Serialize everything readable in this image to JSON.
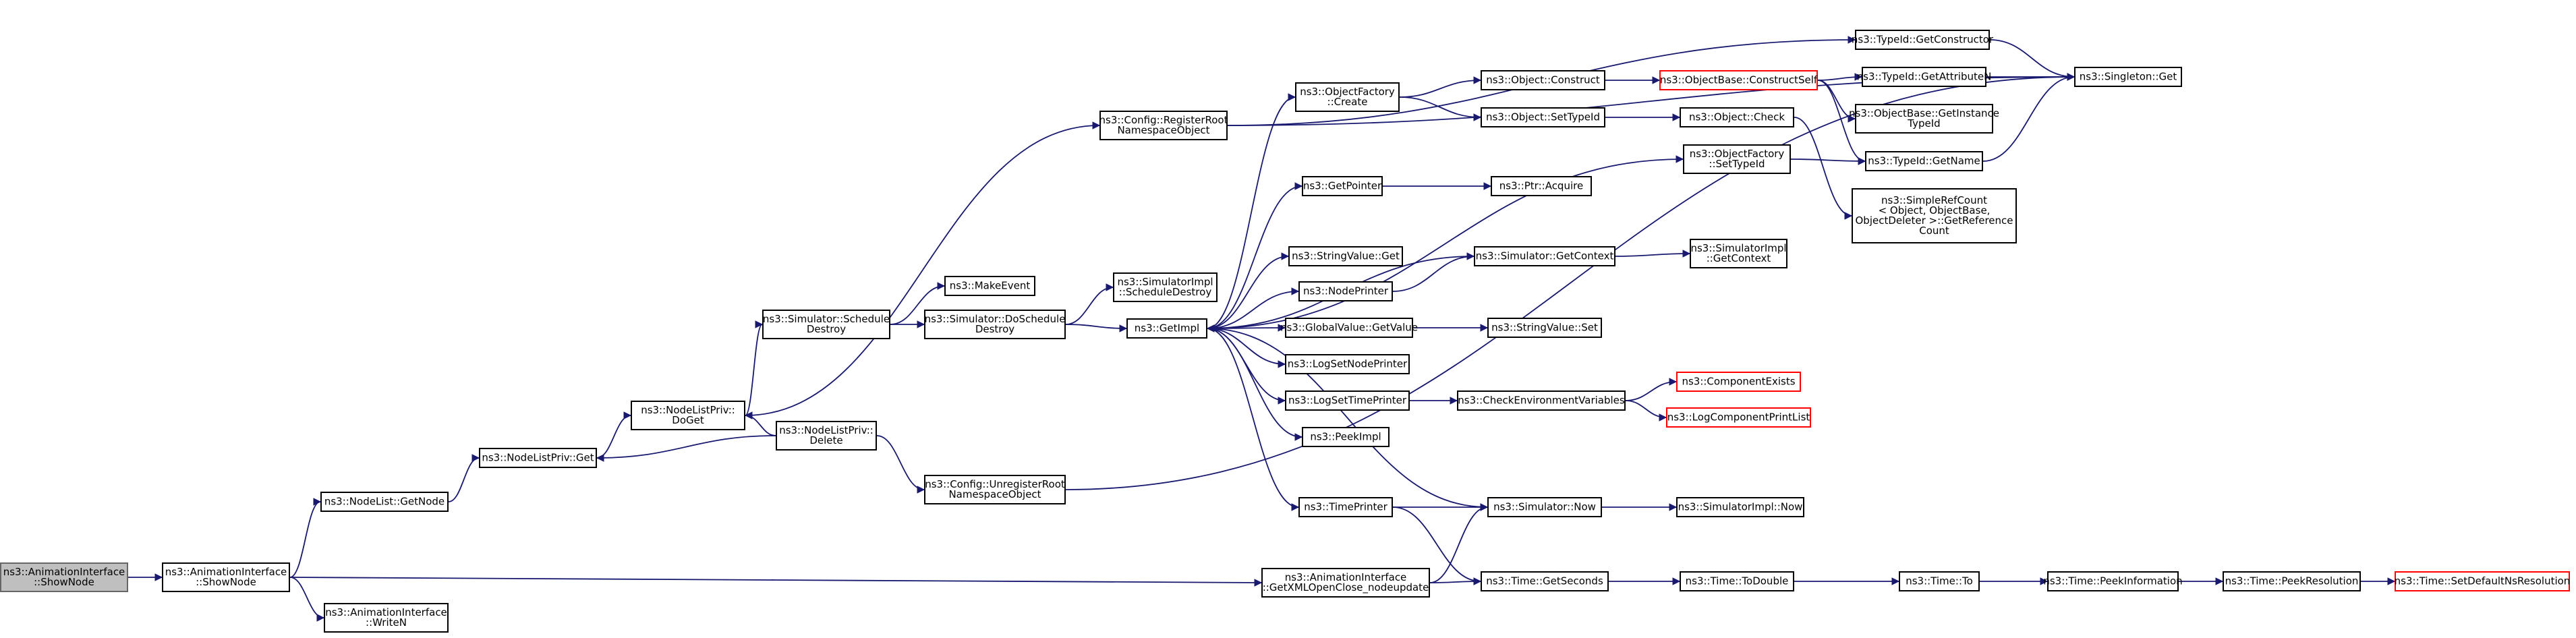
{
  "colors": {
    "edge": "#191970",
    "node_border": "#000000",
    "external_border": "#ff0000",
    "root_fill": "#bfbfbf"
  },
  "nodes": [
    {
      "id": "root",
      "lines": [
        "ns3::AnimationInterface",
        "::ShowNode"
      ],
      "style": "root"
    },
    {
      "id": "ai_shownode",
      "lines": [
        "ns3::AnimationInterface",
        "::ShowNode"
      ]
    },
    {
      "id": "ai_writen",
      "lines": [
        "ns3::AnimationInterface",
        "::WriteN"
      ]
    },
    {
      "id": "nl_getnode",
      "lines": [
        "ns3::NodeList::GetNode"
      ]
    },
    {
      "id": "nlp_get",
      "lines": [
        "ns3::NodeListPriv::Get"
      ]
    },
    {
      "id": "nlp_doget",
      "lines": [
        "ns3::NodeListPriv::",
        "DoGet"
      ]
    },
    {
      "id": "nlp_delete",
      "lines": [
        "ns3::NodeListPriv::",
        "Delete"
      ]
    },
    {
      "id": "sim_schedule_destroy",
      "lines": [
        "ns3::Simulator::Schedule",
        "Destroy"
      ]
    },
    {
      "id": "make_event",
      "lines": [
        "ns3::MakeEvent"
      ]
    },
    {
      "id": "sim_do_schedule_destroy",
      "lines": [
        "ns3::Simulator::DoSchedule",
        "Destroy"
      ]
    },
    {
      "id": "simimpl_schedule_destroy",
      "lines": [
        "ns3::SimulatorImpl",
        "::ScheduleDestroy"
      ]
    },
    {
      "id": "cfg_register",
      "lines": [
        "ns3::Config::RegisterRoot",
        "NamespaceObject"
      ]
    },
    {
      "id": "cfg_unregister",
      "lines": [
        "ns3::Config::UnregisterRoot",
        "NamespaceObject"
      ]
    },
    {
      "id": "getimpl",
      "lines": [
        "ns3::GetImpl"
      ]
    },
    {
      "id": "objfactory_create",
      "lines": [
        "ns3::ObjectFactory",
        "::Create"
      ]
    },
    {
      "id": "getpointer",
      "lines": [
        "ns3::GetPointer"
      ]
    },
    {
      "id": "stringvalue_get",
      "lines": [
        "ns3::StringValue::Get"
      ]
    },
    {
      "id": "nodeprinter",
      "lines": [
        "ns3::NodePrinter"
      ]
    },
    {
      "id": "globalvalue_getvalue",
      "lines": [
        "ns3::GlobalValue::GetValue"
      ]
    },
    {
      "id": "logsetnodeprinter",
      "lines": [
        "ns3::LogSetNodePrinter"
      ]
    },
    {
      "id": "logsettimeprinter",
      "lines": [
        "ns3::LogSetTimePrinter"
      ]
    },
    {
      "id": "peekimpl",
      "lines": [
        "ns3::PeekImpl"
      ]
    },
    {
      "id": "timeprinter",
      "lines": [
        "ns3::TimePrinter"
      ]
    },
    {
      "id": "ai_getxml",
      "lines": [
        "ns3::AnimationInterface",
        "::GetXMLOpenClose_nodeupdate"
      ]
    },
    {
      "id": "obj_construct",
      "lines": [
        "ns3::Object::Construct"
      ]
    },
    {
      "id": "obj_settypeid",
      "lines": [
        "ns3::Object::SetTypeId"
      ]
    },
    {
      "id": "ptr_acquire",
      "lines": [
        "ns3::Ptr::Acquire"
      ]
    },
    {
      "id": "sim_getcontext",
      "lines": [
        "ns3::Simulator::GetContext"
      ]
    },
    {
      "id": "stringvalue_set",
      "lines": [
        "ns3::StringValue::Set"
      ]
    },
    {
      "id": "check_env",
      "lines": [
        "ns3::CheckEnvironmentVariables"
      ]
    },
    {
      "id": "sim_now",
      "lines": [
        "ns3::Simulator::Now"
      ]
    },
    {
      "id": "time_getseconds",
      "lines": [
        "ns3::Time::GetSeconds"
      ]
    },
    {
      "id": "objbase_constructself",
      "lines": [
        "ns3::ObjectBase::ConstructSelf"
      ],
      "style": "red"
    },
    {
      "id": "obj_check",
      "lines": [
        "ns3::Object::Check"
      ]
    },
    {
      "id": "objfactory_settypeid",
      "lines": [
        "ns3::ObjectFactory",
        "::SetTypeId"
      ]
    },
    {
      "id": "simimpl_getcontext",
      "lines": [
        "ns3::SimulatorImpl",
        "::GetContext"
      ]
    },
    {
      "id": "component_exists",
      "lines": [
        "ns3::ComponentExists"
      ],
      "style": "red"
    },
    {
      "id": "logcomp_printlist",
      "lines": [
        "ns3::LogComponentPrintList"
      ],
      "style": "red"
    },
    {
      "id": "simimpl_now",
      "lines": [
        "ns3::SimulatorImpl::Now"
      ]
    },
    {
      "id": "time_todouble",
      "lines": [
        "ns3::Time::ToDouble"
      ]
    },
    {
      "id": "typeid_getconstructor",
      "lines": [
        "ns3::TypeId::GetConstructor"
      ]
    },
    {
      "id": "typeid_getattributen",
      "lines": [
        "ns3::TypeId::GetAttributeN"
      ]
    },
    {
      "id": "objbase_getinstancetypeid",
      "lines": [
        "ns3::ObjectBase::GetInstance",
        "TypeId"
      ]
    },
    {
      "id": "typeid_getname",
      "lines": [
        "ns3::TypeId::GetName"
      ]
    },
    {
      "id": "simplerefcount",
      "lines": [
        "ns3::SimpleRefCount",
        "< Object, ObjectBase,",
        "ObjectDeleter >::GetReference",
        "Count"
      ]
    },
    {
      "id": "time_to",
      "lines": [
        "ns3::Time::To"
      ]
    },
    {
      "id": "time_peekinformation",
      "lines": [
        "ns3::Time::PeekInformation"
      ]
    },
    {
      "id": "time_peekresolution",
      "lines": [
        "ns3::Time::PeekResolution"
      ]
    },
    {
      "id": "singleton_get",
      "lines": [
        "ns3::Singleton::Get"
      ]
    },
    {
      "id": "time_setdefaultnsres",
      "lines": [
        "ns3::Time::SetDefaultNsResolution"
      ],
      "style": "red"
    }
  ],
  "edges": [
    [
      "root",
      "ai_shownode"
    ],
    [
      "ai_shownode",
      "nl_getnode"
    ],
    [
      "ai_shownode",
      "ai_writen"
    ],
    [
      "ai_shownode",
      "ai_getxml"
    ],
    [
      "nl_getnode",
      "nlp_get"
    ],
    [
      "nlp_get",
      "nlp_doget"
    ],
    [
      "nlp_doget",
      "sim_schedule_destroy"
    ],
    [
      "nlp_doget",
      "cfg_register"
    ],
    [
      "nlp_delete",
      "nlp_doget"
    ],
    [
      "nlp_delete",
      "nlp_get"
    ],
    [
      "nlp_delete",
      "cfg_unregister"
    ],
    [
      "sim_schedule_destroy",
      "make_event"
    ],
    [
      "sim_schedule_destroy",
      "sim_do_schedule_destroy"
    ],
    [
      "sim_do_schedule_destroy",
      "getimpl"
    ],
    [
      "sim_do_schedule_destroy",
      "simimpl_schedule_destroy"
    ],
    [
      "cfg_register",
      "singleton_get"
    ],
    [
      "cfg_unregister",
      "singleton_get"
    ],
    [
      "getimpl",
      "objfactory_create"
    ],
    [
      "getimpl",
      "getpointer"
    ],
    [
      "getimpl",
      "stringvalue_get"
    ],
    [
      "getimpl",
      "nodeprinter"
    ],
    [
      "getimpl",
      "globalvalue_getvalue"
    ],
    [
      "getimpl",
      "logsetnodeprinter"
    ],
    [
      "getimpl",
      "logsettimeprinter"
    ],
    [
      "getimpl",
      "peekimpl"
    ],
    [
      "getimpl",
      "timeprinter"
    ],
    [
      "getimpl",
      "objfactory_settypeid"
    ],
    [
      "sim_getcontext",
      "getimpl"
    ],
    [
      "sim_now",
      "getimpl"
    ],
    [
      "objfactory_create",
      "obj_construct"
    ],
    [
      "objfactory_create",
      "obj_settypeid"
    ],
    [
      "getpointer",
      "ptr_acquire"
    ],
    [
      "nodeprinter",
      "sim_getcontext"
    ],
    [
      "globalvalue_getvalue",
      "stringvalue_set"
    ],
    [
      "logsettimeprinter",
      "check_env"
    ],
    [
      "timeprinter",
      "sim_now"
    ],
    [
      "timeprinter",
      "time_getseconds"
    ],
    [
      "ai_getxml",
      "sim_now"
    ],
    [
      "ai_getxml",
      "time_getseconds"
    ],
    [
      "obj_construct",
      "objbase_constructself"
    ],
    [
      "obj_settypeid",
      "obj_check"
    ],
    [
      "sim_getcontext",
      "simimpl_getcontext"
    ],
    [
      "check_env",
      "component_exists"
    ],
    [
      "check_env",
      "logcomp_printlist"
    ],
    [
      "sim_now",
      "simimpl_now"
    ],
    [
      "time_getseconds",
      "time_todouble"
    ],
    [
      "objbase_constructself",
      "typeid_getattributen"
    ],
    [
      "objbase_constructself",
      "objbase_getinstancetypeid"
    ],
    [
      "objbase_constructself",
      "typeid_getname"
    ],
    [
      "obj_check",
      "simplerefcount"
    ],
    [
      "objfactory_settypeid",
      "typeid_getname"
    ],
    [
      "time_todouble",
      "time_to"
    ],
    [
      "time_to",
      "time_peekinformation"
    ],
    [
      "time_peekinformation",
      "time_peekresolution"
    ],
    [
      "time_peekresolution",
      "time_setdefaultnsres"
    ],
    [
      "typeid_getconstructor",
      "singleton_get"
    ],
    [
      "typeid_getattributen",
      "singleton_get"
    ],
    [
      "typeid_getname",
      "singleton_get"
    ],
    [
      "cfg_register",
      "typeid_getconstructor"
    ]
  ]
}
